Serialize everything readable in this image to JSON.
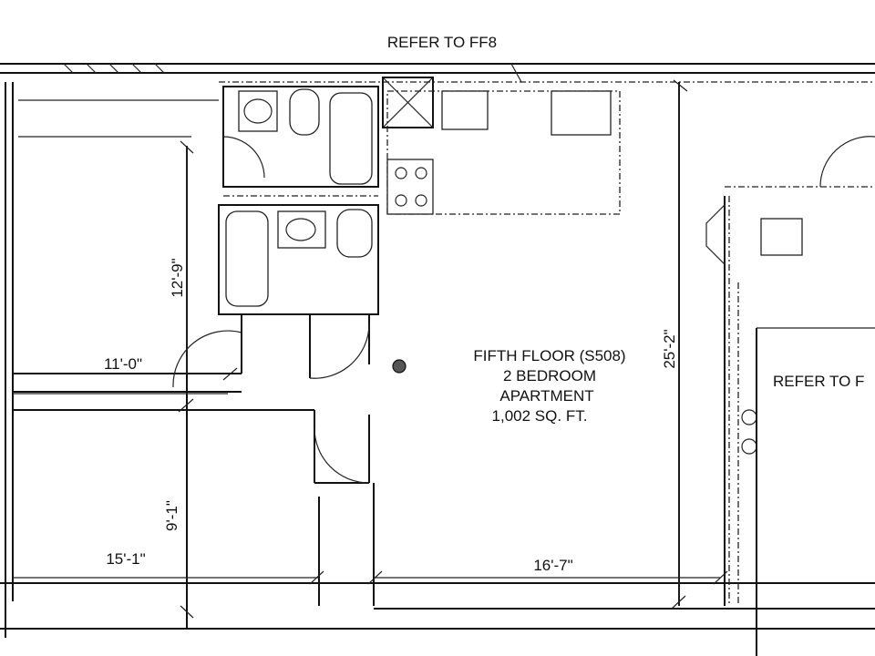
{
  "plan": {
    "top_note": "REFER TO FF8",
    "right_note": "REFER TO F",
    "unit_label": [
      "FIFTH FLOOR (S508)",
      "2 BEDROOM",
      "APARTMENT",
      "1,002 SQ. FT."
    ],
    "dimensions": {
      "bed1_depth": "12'-9\"",
      "bed1_width": "11'-0\"",
      "bed2_depth": "9'-1\"",
      "bed2_width": "15'-1\"",
      "living_width": "16'-7\"",
      "living_depth": "25'-2\""
    }
  }
}
